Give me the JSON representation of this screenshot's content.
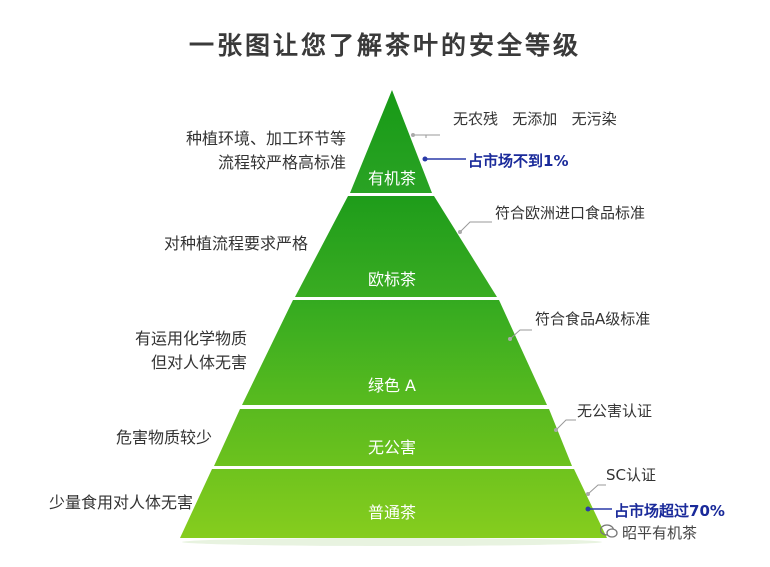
{
  "title": "一张图让您了解茶叶的安全等级",
  "tiers": [
    {
      "name": "有机茶",
      "left": "种植环境、加工环节等\n流程较严格高标准",
      "right": "无农残   无添加   无污染",
      "market": "占市场不到1%"
    },
    {
      "name": "欧标茶",
      "left": "对种植流程要求严格",
      "right": "符合欧洲进口食品标准"
    },
    {
      "name": "绿色 A",
      "left": "有运用化学物质\n但对人体无害",
      "right": "符合食品A级标准"
    },
    {
      "name": "无公害",
      "left": "危害物质较少",
      "right": "无公害认证"
    },
    {
      "name": "普通茶",
      "left": "少量食用对人体无害",
      "right": "SC认证",
      "market": "占市场超过70%"
    }
  ],
  "watermark": "昭平有机茶",
  "colors": {
    "top": "#1f9a1f",
    "bottom": "#7ac81e",
    "text": "#ffffff",
    "market": "#1a2a9a"
  }
}
